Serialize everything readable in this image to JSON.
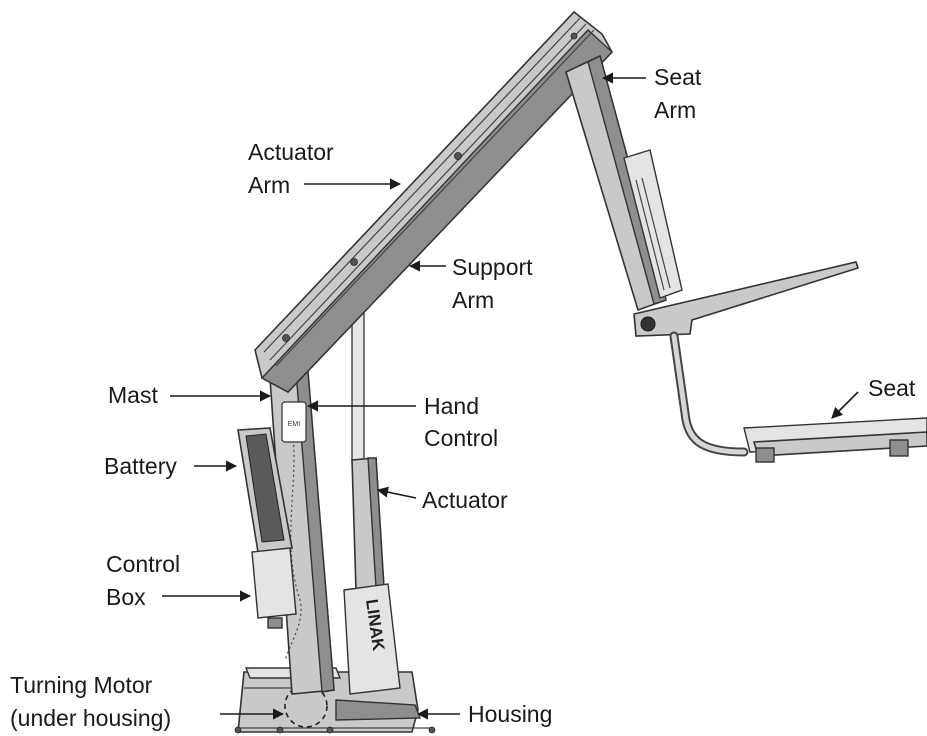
{
  "labels": {
    "seat_arm": [
      "Seat",
      "Arm"
    ],
    "actuator_arm": [
      "Actuator",
      "Arm"
    ],
    "support_arm": [
      "Support",
      "Arm"
    ],
    "mast": "Mast",
    "hand_control": [
      "Hand",
      "Control"
    ],
    "seat": "Seat",
    "battery": "Battery",
    "actuator": "Actuator",
    "control_box": [
      "Control",
      "Box"
    ],
    "turning_motor": [
      "Turning Motor",
      "(under  housing)"
    ],
    "housing": "Housing"
  },
  "actuator_brand": "LINAK",
  "hand_control_text": "EMI"
}
